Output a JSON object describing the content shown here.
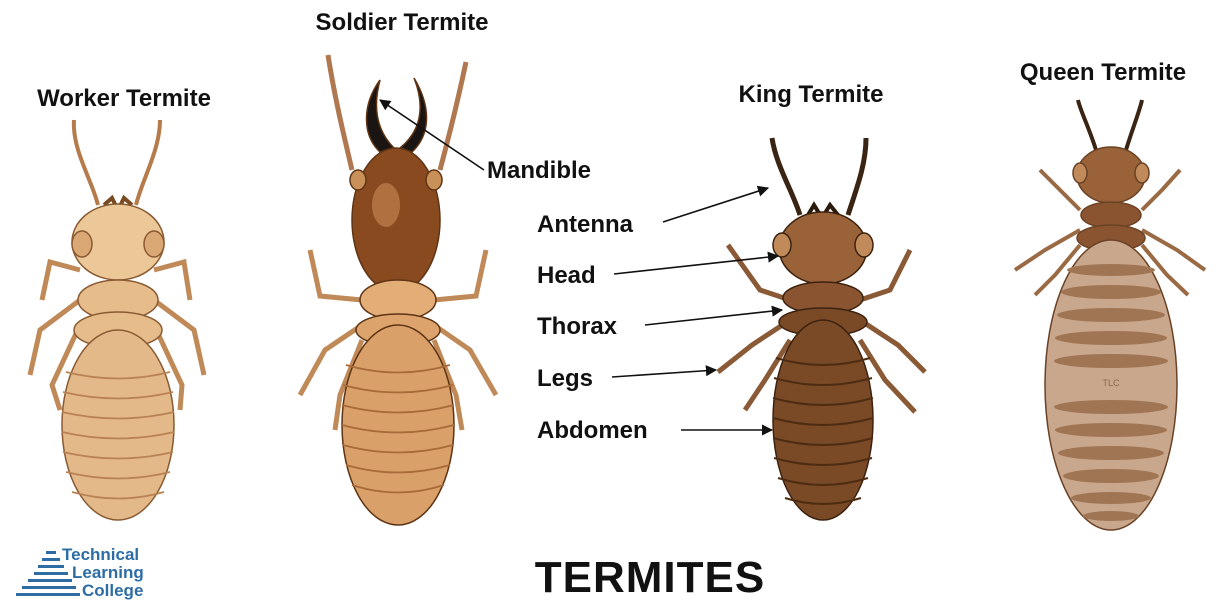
{
  "colors": {
    "worker": "#e3b98a",
    "worker_dark": "#b98252",
    "soldier_head": "#8a4a20",
    "soldier_body": "#d9a06a",
    "king": "#7a4a26",
    "king_dark": "#4e2c12",
    "queen_abdomen": "#c9a78c",
    "queen_band": "#a07554",
    "logo_blue": "#2e6da4",
    "text": "#111111"
  },
  "labels": {
    "worker": "Worker Termite",
    "soldier": "Soldier Termite",
    "king": "King Termite",
    "queen": "Queen Termite",
    "mandible": "Mandible",
    "antenna": "Antenna",
    "head": "Head",
    "thorax": "Thorax",
    "legs": "Legs",
    "abdomen": "Abdomen",
    "title": "TERMITES",
    "queen_watermark": "TLC"
  },
  "logo": {
    "line1": "Technical",
    "line2": "Learning",
    "line3": "College",
    "icon": "triangle-stripes-icon"
  }
}
